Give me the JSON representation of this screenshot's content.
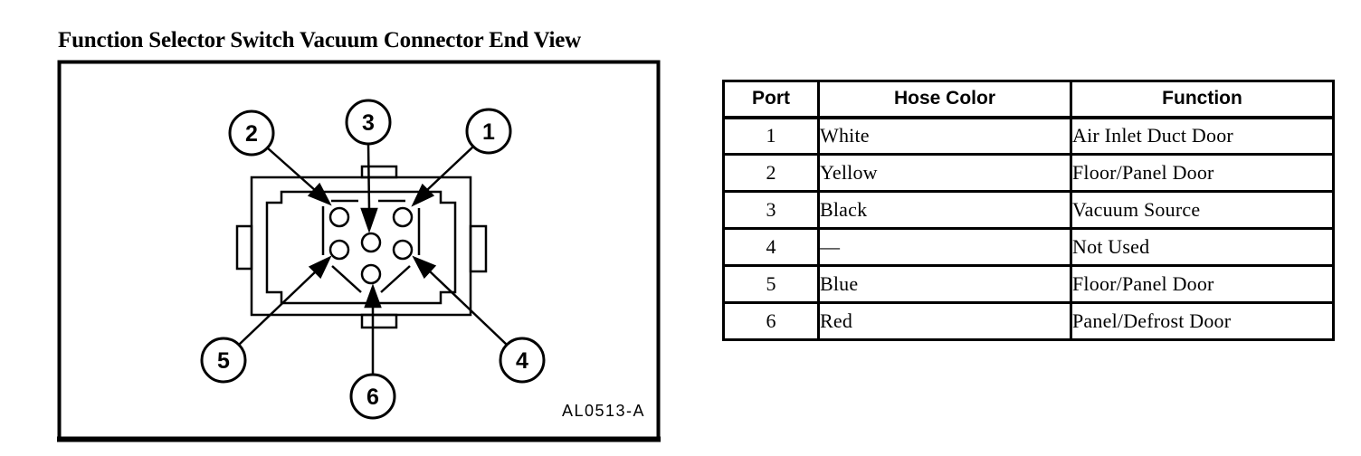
{
  "title": "Function Selector Switch Vacuum Connector End View",
  "diagram": {
    "figure_code": "AL0513-A",
    "callouts": [
      "1",
      "2",
      "3",
      "4",
      "5",
      "6"
    ]
  },
  "table": {
    "headers": [
      "Port",
      "Hose Color",
      "Function"
    ],
    "rows": [
      [
        "1",
        "White",
        "Air Inlet Duct Door"
      ],
      [
        "2",
        "Yellow",
        "Floor/Panel Door"
      ],
      [
        "3",
        "Black",
        "Vacuum Source"
      ],
      [
        "4",
        "—",
        "Not Used"
      ],
      [
        "5",
        "Blue",
        "Floor/Panel Door"
      ],
      [
        "6",
        "Red",
        "Panel/Defrost Door"
      ]
    ]
  }
}
